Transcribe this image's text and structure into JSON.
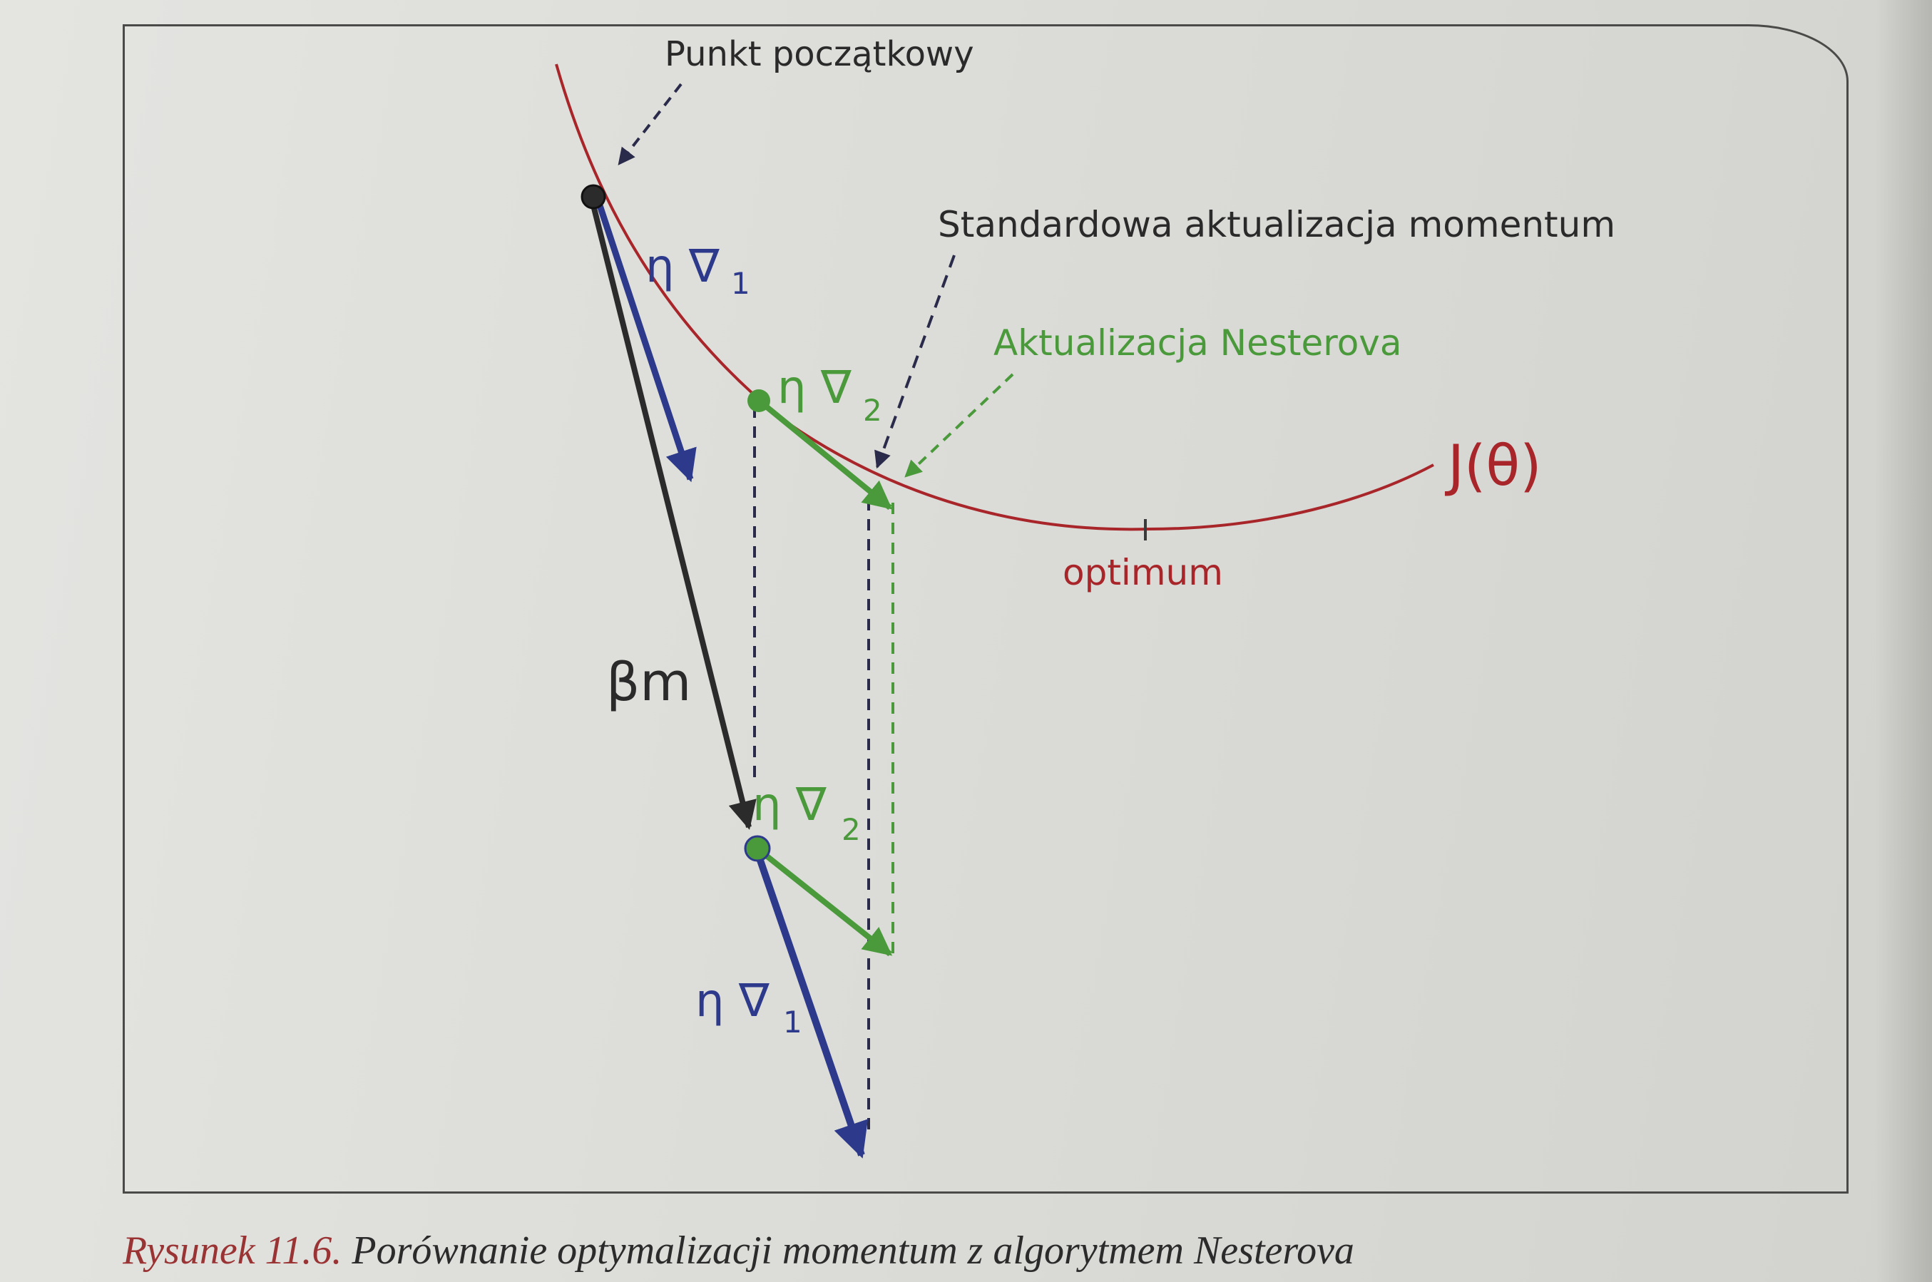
{
  "labels": {
    "start_point": "Punkt początkowy",
    "standard_update": "Standardowa aktualizacja momentum",
    "nesterov_update": "Aktualizacja Nesterova",
    "cost_function": "J(θ)",
    "optimum": "optimum",
    "momentum": "βm",
    "grad1_top": {
      "symbol": "η ∇",
      "sub": "1"
    },
    "grad2_nesterov": {
      "symbol": "η ∇",
      "sub": "2"
    },
    "grad2_standard": {
      "symbol": "η ∇",
      "sub": "2"
    },
    "grad1_bottom": {
      "symbol": "η ∇",
      "sub": "1"
    }
  },
  "caption": {
    "figure_number": "Rysunek 11.6.",
    "text": "Porównanie optymalizacji momentum z algorytmem Nesterova"
  },
  "colors": {
    "curve": "#a8252a",
    "momentum_arrow": "#2b2b2b",
    "gradient_arrow": "#2d3a8c",
    "nesterov": "#4a9a3c",
    "dashed_black": "#2a2a4a",
    "dashed_green": "#4a9a3c"
  }
}
